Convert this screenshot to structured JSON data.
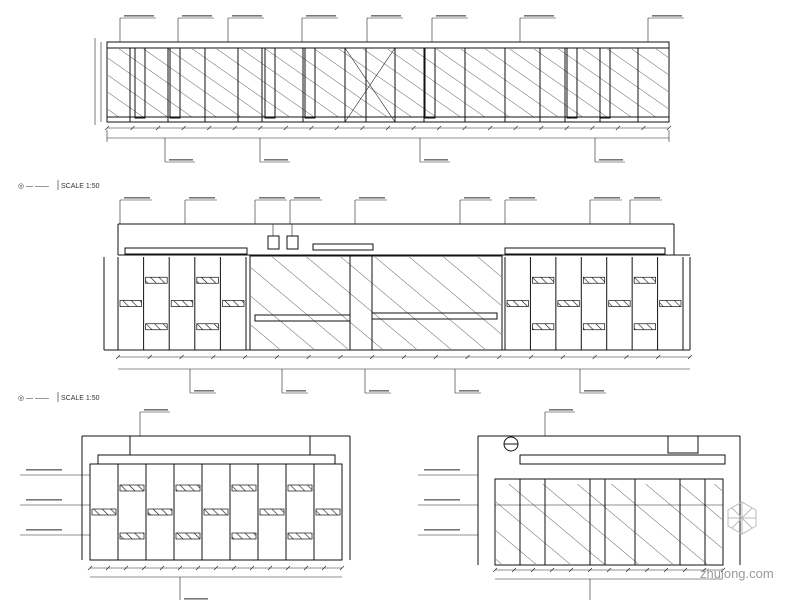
{
  "views": [
    {
      "id": "elevation-a",
      "scale_label": "SCALE 1:50"
    },
    {
      "id": "elevation-b",
      "scale_label": "SCALE 1:50"
    }
  ],
  "watermark": {
    "text": "zhulong.com"
  }
}
